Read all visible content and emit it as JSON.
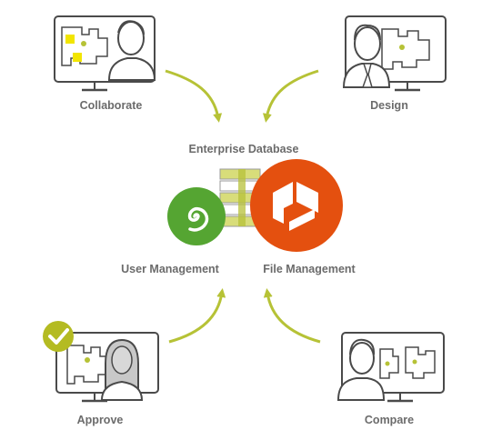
{
  "colors": {
    "arrow": "#b6c236",
    "text": "#6b6b6b",
    "line": "#4a4a4a",
    "sticky_note": "#f2e500",
    "check_badge": "#b4bb22",
    "user_management": "#55a532",
    "file_management": "#e4500f",
    "database_stripe": "#d8dd7a",
    "database_accent": "#b7c03a"
  },
  "icons": {
    "collaborate": "monitor-with-person-and-sticky-notes-icon",
    "design": "monitor-with-person-in-tie-icon",
    "approve": "monitor-with-person-and-checkmark-icon",
    "compare": "monitor-with-person-comparing-icon",
    "user_management": "green-spiral-logo-icon",
    "file_management": "orange-cube-logo-icon",
    "database": "database-stack-icon"
  },
  "labels": {
    "collaborate": "Collaborate",
    "design": "Design",
    "enterprise_database": "Enterprise Database",
    "user_management": "User Management",
    "file_management": "File Management",
    "approve": "Approve",
    "compare": "Compare"
  }
}
